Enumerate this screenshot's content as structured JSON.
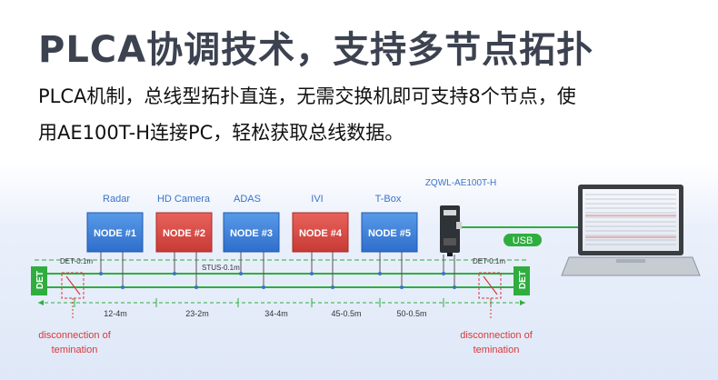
{
  "title": "PLCA协调技术，支持多节点拓扑",
  "description_line1": "PLCA机制，总线型拓扑直连，无需交换机即可支持8个节点，使",
  "description_line2": "用AE100T-H连接PC，轻松获取总线数据。",
  "nodes": [
    {
      "caption": "Radar",
      "label": "NODE #1",
      "color": "blue"
    },
    {
      "caption": "HD Camera",
      "label": "NODE #2",
      "color": "red"
    },
    {
      "caption": "ADAS",
      "label": "NODE #3",
      "color": "blue"
    },
    {
      "caption": "IVI",
      "label": "NODE #4",
      "color": "red"
    },
    {
      "caption": "T-Box",
      "label": "NODE #5",
      "color": "blue"
    }
  ],
  "device_label": "ZQWL-AE100T-H",
  "usb_label": "USB",
  "det_label": "DET",
  "det_left": "DET-0.1m",
  "det_right": "DET-0.1m",
  "stub_label": "STUS-0.1m",
  "distances": [
    "12-4m",
    "23-2m",
    "34-4m",
    "45-0.5m",
    "50-0.5m"
  ],
  "termination_left": [
    "disconnection of",
    "temination"
  ],
  "termination_right": [
    "disconnection of",
    "temination"
  ],
  "colors": {
    "node_blue": "#3d7fd9",
    "node_red": "#d94a45",
    "bus_green": "#2fae3f",
    "accent": "#3b73c8"
  }
}
